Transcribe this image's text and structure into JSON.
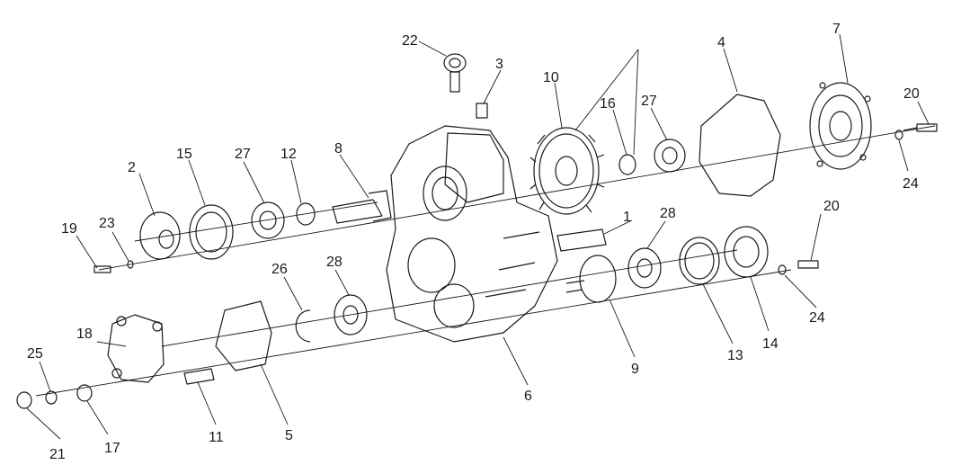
{
  "callouts": {
    "c1": "1",
    "c2": "2",
    "c3": "3",
    "c4": "4",
    "c5": "5",
    "c6": "6",
    "c7": "7",
    "c8": "8",
    "c9": "9",
    "c10": "10",
    "c11": "11",
    "c12": "12",
    "c13": "13",
    "c14": "14",
    "c15": "15",
    "c16": "16",
    "c17": "17",
    "c18": "18",
    "c19": "19",
    "c20a": "20",
    "c20b": "20",
    "c21": "21",
    "c22": "22",
    "c23": "23",
    "c24a": "24",
    "c24b": "24",
    "c25": "25",
    "c26": "26",
    "c27a": "27",
    "c27b": "27",
    "c28a": "28",
    "c28b": "28"
  },
  "colors": {
    "line": "#1a1a1a",
    "fill": "#f2f2f2",
    "background": "#ffffff"
  }
}
